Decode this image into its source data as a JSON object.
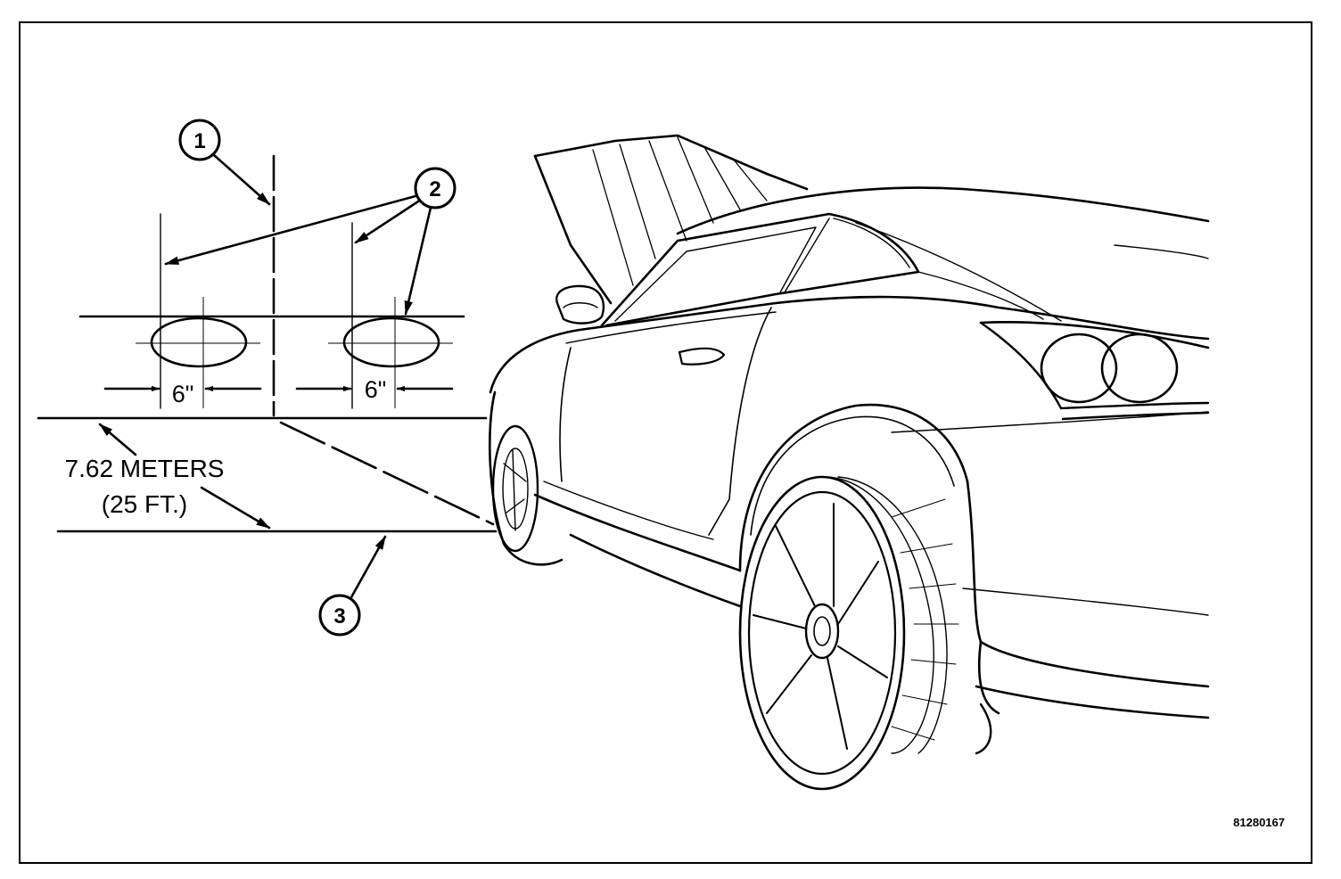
{
  "figure_id": "81280167",
  "callouts": [
    "1",
    "2",
    "3"
  ],
  "dimensions": {
    "left_offset": "6\"",
    "right_offset": "6\""
  },
  "distance": {
    "metric": "7.62 METERS",
    "imperial": "(25 FT.)"
  }
}
